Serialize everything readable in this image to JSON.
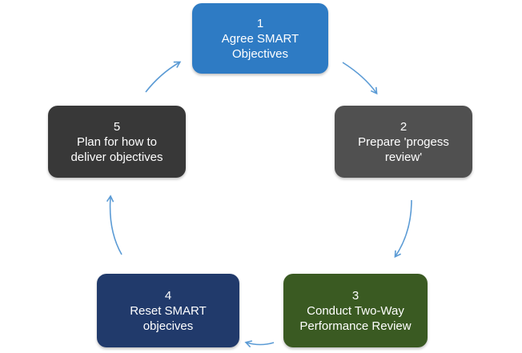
{
  "diagram": {
    "steps": [
      {
        "number": "1",
        "lines": [
          "Agree SMART",
          "Objectives"
        ],
        "color": "#2E7BC4"
      },
      {
        "number": "2",
        "lines": [
          "Prepare 'progess",
          "review'"
        ],
        "color": "#505050"
      },
      {
        "number": "3",
        "lines": [
          "Conduct Two-Way",
          "Performance Review"
        ],
        "color": "#3A5A22"
      },
      {
        "number": "4",
        "lines": [
          "Reset SMART",
          "objecives"
        ],
        "color": "#213A6B"
      },
      {
        "number": "5",
        "lines": [
          "Plan  for how to",
          "deliver objectives"
        ],
        "color": "#383838"
      }
    ],
    "arrow_color": "#5B9BD5"
  }
}
